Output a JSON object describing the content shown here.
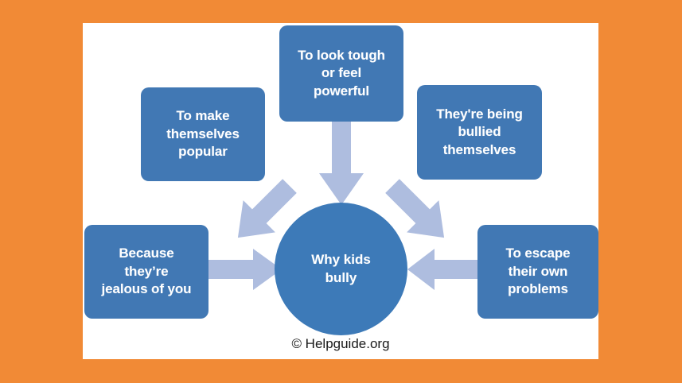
{
  "page": {
    "background_color": "#f18a36",
    "panel_color": "#ffffff",
    "node_color": "#4178b4",
    "circle_color": "#3d7ab8",
    "arrow_color": "#aebddf",
    "text_color": "#ffffff"
  },
  "diagram": {
    "type": "radial-cause-map",
    "center": {
      "label": "Why kids\nbully"
    },
    "nodes": [
      {
        "id": "look-tough",
        "label": "To look tough\nor feel\npowerful",
        "position": "top"
      },
      {
        "id": "popular",
        "label": "To make\nthemselves\npopular",
        "position": "upper-left"
      },
      {
        "id": "bullied",
        "label": "They're being\nbullied\nthemselves",
        "position": "upper-right"
      },
      {
        "id": "jealous",
        "label": "Because\nthey’re\njealous of you",
        "position": "left"
      },
      {
        "id": "escape",
        "label": "To escape\ntheir own\nproblems",
        "position": "right"
      }
    ],
    "arrows": [
      {
        "id": "arrow-popular-to-center",
        "direction": "down-right"
      },
      {
        "id": "arrow-look-tough-to-center",
        "direction": "down"
      },
      {
        "id": "arrow-bullied-to-center",
        "direction": "down-left"
      },
      {
        "id": "arrow-jealous-to-center",
        "direction": "right"
      },
      {
        "id": "arrow-escape-to-center",
        "direction": "left"
      }
    ]
  },
  "caption": {
    "credit": "© Helpguide.org"
  }
}
